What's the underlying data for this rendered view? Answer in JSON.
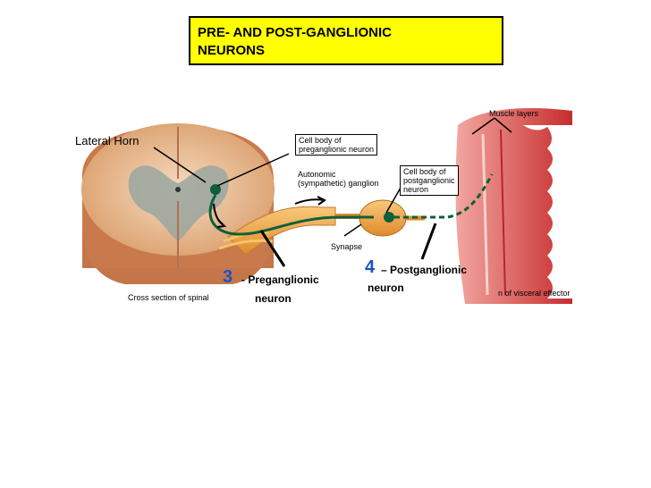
{
  "title": {
    "line1": "PRE- AND POST-GANGLIONIC",
    "line2": "NEURONS"
  },
  "labels": {
    "lateral_horn": "Lateral Horn",
    "cell_body_pre_1": "Cell body of",
    "cell_body_pre_2": "preganglionic neuron",
    "autonomic_1": "Autonomic",
    "autonomic_2": "(sympathetic) ganglion",
    "cell_body_post_1": "Cell body of",
    "cell_body_post_2": "postganglionic",
    "cell_body_post_3": "neuron",
    "muscle_layers": "Muscle layers",
    "synapse": "Synapse",
    "cross_section": "Cross section of spinal",
    "visceral_effector": "n of visceral effector",
    "num3": "3",
    "pre_text1": "- Preganglionic",
    "pre_text2": "neuron",
    "num4": "4",
    "post_text1": "– Postganglionic",
    "post_text2": "neuron"
  },
  "colors": {
    "title_bg": "#ffff00",
    "number_blue": "#1e4fc9",
    "neuron_green": "#0e5f3c",
    "cord_tan": "#e7b98c",
    "nerve_orange": "#f0a845",
    "muscle_red": "#d8403d"
  }
}
